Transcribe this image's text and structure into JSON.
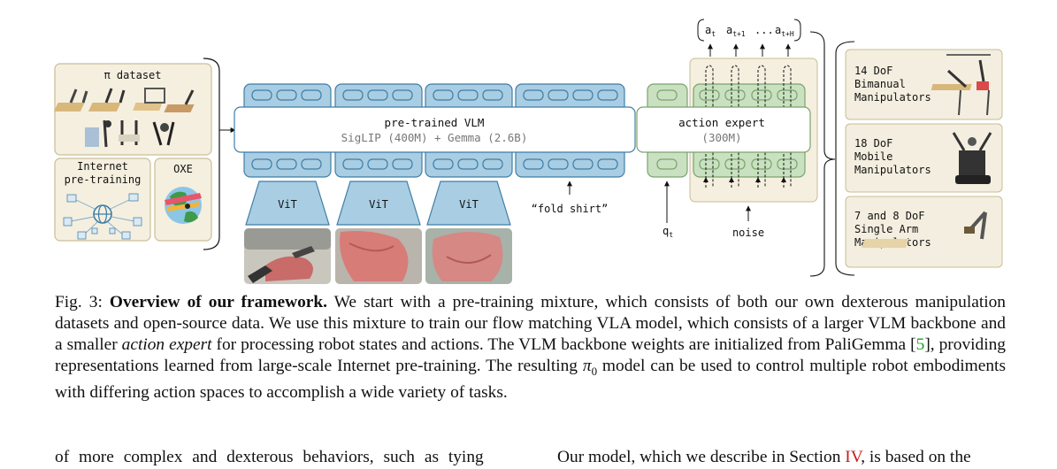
{
  "figure": {
    "datasets": {
      "pi_dataset_label": "π dataset",
      "internet_label_line1": "Internet",
      "internet_label_line2": "pre-training",
      "oxe_label": "OXE"
    },
    "vlm": {
      "title": "pre-trained VLM",
      "subtitle": "SigLIP (400M) + Gemma (2.6B)",
      "vit_labels": [
        "ViT",
        "ViT",
        "ViT"
      ],
      "prompt": "“fold shirt”"
    },
    "action_expert": {
      "title": "action expert",
      "subtitle": "(300M)",
      "state_label": "q",
      "state_sub": "t",
      "noise_label": "noise"
    },
    "actions": {
      "labels": [
        {
          "base": "a",
          "sub": "t"
        },
        {
          "base": "a",
          "sub": "t+1"
        },
        {
          "base": "...",
          "sub": ""
        },
        {
          "base": "a",
          "sub": "t+H"
        }
      ]
    },
    "robots": [
      {
        "lines": [
          "14 DoF",
          "Bimanual",
          "Manipulators"
        ]
      },
      {
        "lines": [
          "18 DoF",
          "Mobile",
          "Manipulators"
        ]
      },
      {
        "lines": [
          "7 and 8 DoF",
          "Single Arm",
          "Manipulators"
        ]
      }
    ],
    "colors": {
      "dataset_panel": "#f5efdf",
      "vlm_block": "#a9cde3",
      "vlm_stroke": "#3f7ea6",
      "action_block": "#c9e1c0",
      "action_stroke": "#7aa36d",
      "robot_panel": "#f3eedf"
    }
  },
  "caption": {
    "prefix": "Fig. 3: ",
    "title": "Overview of our framework.",
    "part1": " We start with a pre-training mixture, which consists of both our own dexterous manipulation datasets and open-source data. We use this mixture to train our flow matching VLA model, which consists of a larger VLM backbone and a smaller ",
    "emph": "action expert",
    "part2": " for processing robot states and actions. The VLM backbone weights are initialized from PaliGemma [",
    "ref": "5",
    "part3": "], providing representations learned from large-scale Internet pre-training. The resulting ",
    "pi": "π",
    "pi_sub": "0",
    "part4": " model can be used to control multiple robot embodiments with differing action spaces to accomplish a wide variety of tasks."
  },
  "body_text": {
    "left": "of more complex and dexterous behaviors, such as tying",
    "right_pre": "Our model, which we describe in Section ",
    "right_ref": "IV",
    "right_post": ", is based on the"
  }
}
